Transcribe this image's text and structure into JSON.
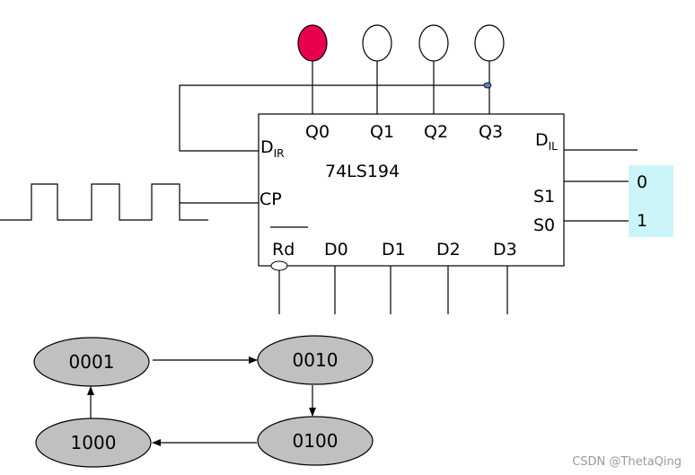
{
  "chip": {
    "name": "74LS194",
    "outputs": [
      "Q0",
      "Q1",
      "Q2",
      "Q3"
    ],
    "inputs": [
      "D0",
      "D1",
      "D2",
      "D3"
    ],
    "dir_main": "D",
    "dir_sub": "IR",
    "dil_main": "D",
    "dil_sub": "IL",
    "cp": "CP",
    "s1": "S1",
    "s0": "S0",
    "rd": "Rd"
  },
  "leds": [
    {
      "name": "Q0",
      "lit": true,
      "color": "#e8004f"
    },
    {
      "name": "Q1",
      "lit": false,
      "color": "#ffffff"
    },
    {
      "name": "Q2",
      "lit": false,
      "color": "#ffffff"
    },
    {
      "name": "Q3",
      "lit": false,
      "color": "#ffffff"
    }
  ],
  "select": {
    "s1_value": "0",
    "s0_value": "1",
    "box_color": "#ccf5f9"
  },
  "states": [
    "0001",
    "0010",
    "0100",
    "1000"
  ],
  "state_fill": "#c0c0c0",
  "watermark": "CSDN @ThetaQing"
}
